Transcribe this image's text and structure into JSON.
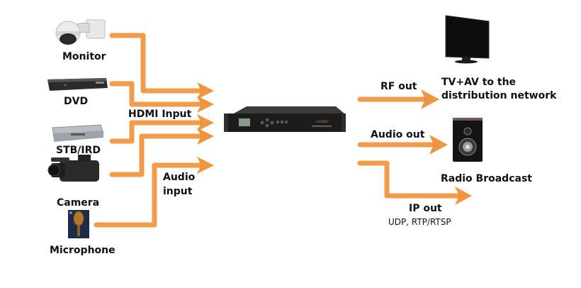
{
  "colors": {
    "flow": "#f08a2c",
    "device": "#1c1c1c",
    "text": "#111111"
  },
  "inputs": {
    "sources": [
      {
        "id": "monitor",
        "label": "Monitor",
        "icon": "ptz-camera-icon"
      },
      {
        "id": "dvd",
        "label": "DVD",
        "icon": "dvd-player-icon"
      },
      {
        "id": "stb",
        "label": "STB/IRD",
        "icon": "set-top-box-icon"
      },
      {
        "id": "camera",
        "label": "Camera",
        "icon": "camcorder-icon"
      },
      {
        "id": "microphone",
        "label": "Microphone",
        "icon": "microphone-icon"
      }
    ],
    "hdmi_label": "HDMI Input",
    "audio_label_line1": "Audio",
    "audio_label_line2": "input"
  },
  "device": {
    "name": "encoder-device",
    "brand": "LAVONIC"
  },
  "outputs": {
    "rf": {
      "label": "RF out",
      "target_line1": "TV+AV to the",
      "target_line2": "distribution network"
    },
    "audio": {
      "label": "Audio out",
      "target": "Radio Broadcast"
    },
    "ip": {
      "label": "IP out",
      "protocols": "UDP, RTP/RTSP"
    }
  }
}
